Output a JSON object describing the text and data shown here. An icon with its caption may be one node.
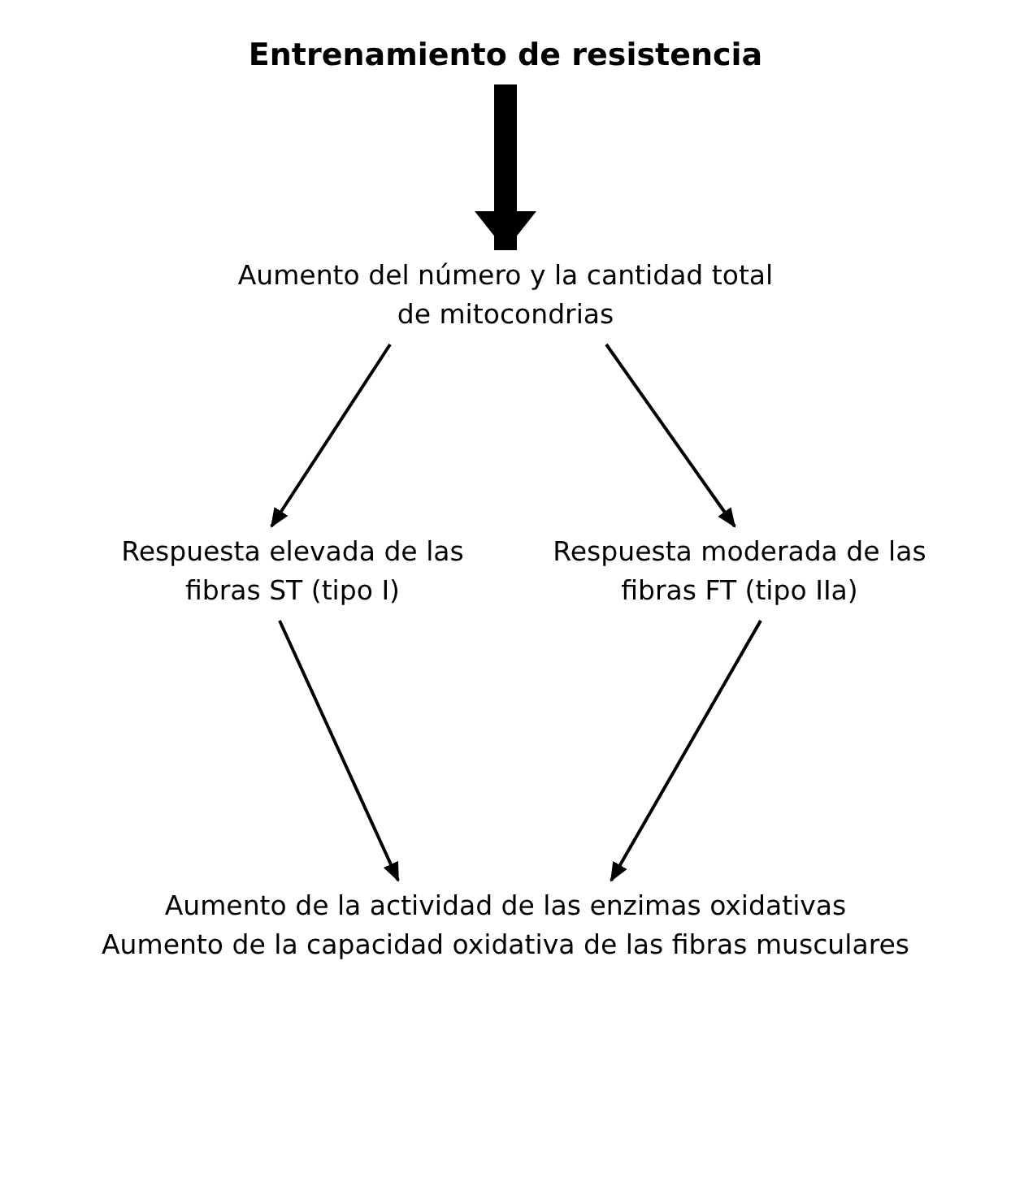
{
  "diagram": {
    "nodes": [
      {
        "text": [
          "Entrenamiento de resistencia"
        ]
      },
      {
        "text": [
          "Aumento del número y la cantidad total de mitocondrias"
        ]
      },
      {
        "text": [
          "Respuesta elevada de las fibras ST (tipo I)"
        ]
      },
      {
        "text": [
          "Respuesta moderada de las fibras FT (tipo IIa)"
        ]
      },
      {
        "text": [
          "Aumento de la actividad de las enzimas oxidativas",
          "Aumento de la capacidad oxidativa de las fibras musculares"
        ]
      }
    ],
    "edges": [
      {
        "from": 0,
        "to": 1,
        "arrow": "to",
        "style": "thick"
      },
      {
        "from": 1,
        "to": 2,
        "arrow": "to"
      },
      {
        "from": 1,
        "to": 3,
        "arrow": "to"
      },
      {
        "from": 2,
        "to": 4,
        "arrow": "to"
      },
      {
        "from": 3,
        "to": 4,
        "arrow": "to"
      }
    ]
  }
}
